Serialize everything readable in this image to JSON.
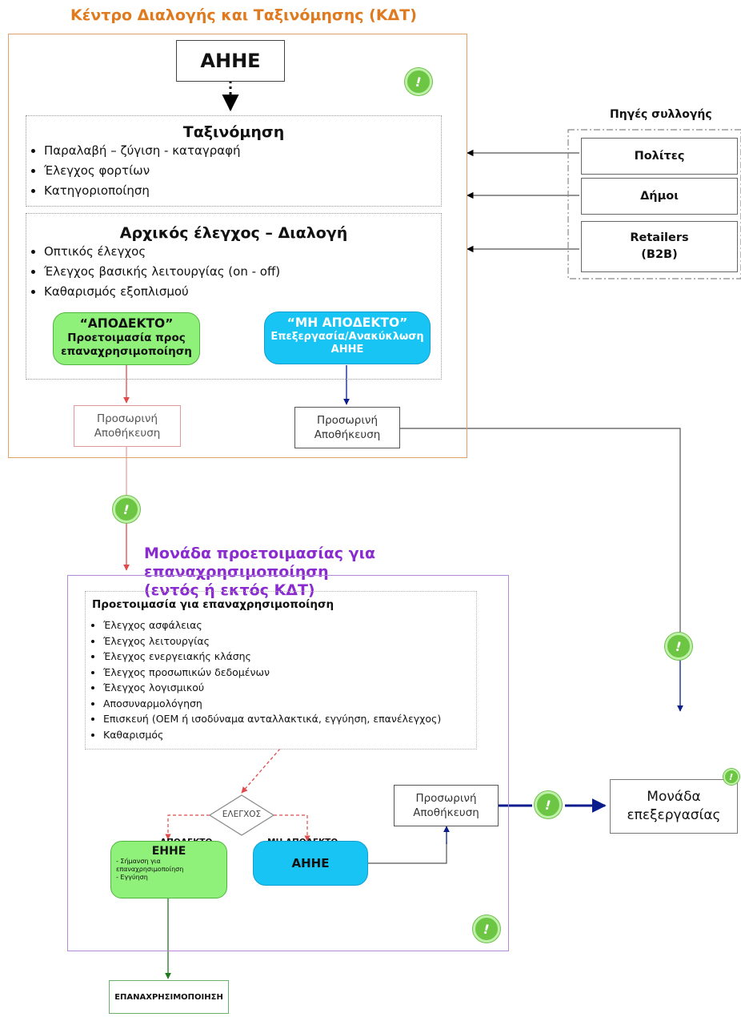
{
  "titles": {
    "top": "Κέντρο Διαλογής και Ταξινόμησης (ΚΔΤ)",
    "prep_unit_line1": "Μονάδα προετοιμασίας για επαναχρησιμοποίηση",
    "prep_unit_line2": "(εντός ή εκτός ΚΔΤ)"
  },
  "top_box": {
    "label": "ΑΗΗΕ"
  },
  "sorting": {
    "title": "Ταξινόμηση",
    "items": [
      "Παραλαβή – ζύγιση - καταγραφή",
      "Έλεγχος φορτίων",
      "Κατηγοριοποίηση"
    ]
  },
  "initial_check": {
    "title": "Αρχικός έλεγχος – Διαλογή",
    "items": [
      "Οπτικός έλεγχος",
      "Έλεγχος βασικής λειτουργίας (on - off)",
      "Καθαρισμός εξοπλισμού"
    ]
  },
  "accepted_pill": {
    "title": "“ΑΠΟΔΕΚΤΟ”",
    "line1": "Προετοιμασία προς",
    "line2": "επαναχρησιμοποίηση"
  },
  "rejected_pill": {
    "title": "“ΜΗ ΑΠΟΔΕΚΤΟ”",
    "line1": "Επεξεργασία/Ανακύκλωση",
    "line2": "ΑΗΗΕ"
  },
  "temp_storage": {
    "line1": "Προσωρινή",
    "line2": "Αποθήκευση"
  },
  "sources": {
    "title": "Πηγές συλλογής",
    "items": [
      {
        "line1": "Πολίτες",
        "line2": ""
      },
      {
        "line1": "Δήμοι",
        "line2": ""
      },
      {
        "line1": "Retailers",
        "line2": "(B2B)"
      }
    ]
  },
  "prep_box": {
    "title": "Προετοιμασία για επαναχρησιμοποίηση",
    "items": [
      "Έλεγχος ασφάλειας",
      "Έλεγχος λειτουργίας",
      "Έλεγχος ενεργειακής κλάσης",
      "Έλεγχος προσωπικών δεδομένων",
      "Έλεγχος λογισμικού",
      "Αποσυναρμολόγηση",
      "Επισκευή (ΟΕΜ ή ισοδύναμα ανταλλακτικά, εγγύηση, επανέλεγχος)",
      "Καθαρισμός"
    ]
  },
  "decision": {
    "label": "ΕΛΕΓΧΟΣ",
    "yes": "ΑΠΟΔΕΚΤΟ",
    "no": "ΜΗ ΑΠΟΔΕΚΤΟ"
  },
  "eee_box": {
    "title": "ΕΗΗΕ",
    "line1": "- Σήμανση για",
    "line2": "επαναχρησιμοποίηση",
    "line3": "- Εγγύηση"
  },
  "aee_box": {
    "label": "ΑΗΗΕ"
  },
  "processing": {
    "line1": "Μονάδα",
    "line2": "επεξεργασίας"
  },
  "reuse": {
    "label": "ΕΠΑΝΑΧΡΗΣΙΜΟΠΟΙΗΣΗ"
  },
  "badge_glyph": "!",
  "colors": {
    "orange": "#e07a1f",
    "purple": "#8a2bd0",
    "green": "#8ff07a",
    "cyan": "#17c4f3",
    "arrow_red": "#e04a4a",
    "arrow_blue": "#0b1c8c",
    "arrow_green": "#1f7a1f"
  }
}
